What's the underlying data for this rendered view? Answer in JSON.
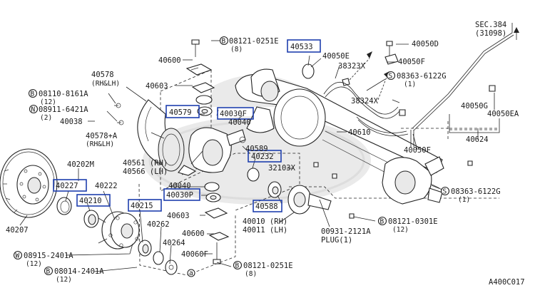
{
  "labels": {
    "sec_ref": "SEC.384",
    "sec_sub": "(31098)",
    "b_08121_0251E_top": "08121-0251E",
    "b_08121_0251E_top_qty": "(8)",
    "p40600_top": "40600",
    "p40533": "40533",
    "p40050D": "40050D",
    "p40050F_top": "40050F",
    "p40050E": "40050E",
    "p38323X": "38323X",
    "p40578_rhlh": "40578",
    "p40578_rhlh_sub": "(RH&LH)",
    "p40603_top": "40603",
    "s08363_6122G_top": "08363-6122G",
    "s08363_6122G_top_qty": "(1)",
    "b08110_8161A": "08110-8161A",
    "b08110_8161A_qty": "(12)",
    "n08911_6421A": "08911-6421A",
    "n08911_6421A_qty": "(2)",
    "p38324X": "38324X",
    "p40050G": "40050G",
    "p40050EA": "40050EA",
    "p40579": "40579",
    "p40030F": "40030F",
    "p40040_top": "40040",
    "p40610": "40610",
    "p40038": "40038",
    "p40578A": "40578+A",
    "p40578A_sub": "(RH&LH)",
    "p40624": "40624",
    "p40589": "40589",
    "p40232": "40232",
    "p40050F_bot": "40050F",
    "p40202M": "40202M",
    "p40561": "40561 (RH)",
    "p40566": "40566 (LH)",
    "p32103X": "32103X",
    "p40227": "40227",
    "p40222": "40222",
    "p40040_bot": "40040",
    "p40030P": "40030P",
    "s08363_6122G_bot": "08363-6122G",
    "s08363_6122G_bot_qty": "(1)",
    "p40210": "40210",
    "p40215": "40215",
    "p40588": "40588",
    "p40207": "40207",
    "p40603_bot": "40603",
    "b08121_0301E": "08121-0301E",
    "b08121_0301E_qty": "(12)",
    "p40262": "40262",
    "p40010": "40010 (RH)",
    "p40011": "40011 (LH)",
    "p40600_bot": "40600",
    "p00931": "00931-2121A",
    "p00931_plug": "PLUG(1)",
    "p40264": "40264",
    "p40060F": "40060F",
    "w08915_2401A": "08915-2401A",
    "w08915_2401A_qty": "(12)",
    "b08014_2401A": "08014-2401A",
    "b08014_2401A_qty": "(12)",
    "b08121_0251E_bot": "08121-0251E",
    "b08121_0251E_bot_qty": "(8)",
    "figure_code": "A400C017"
  },
  "symbols": {
    "bolt": "B",
    "nut": "N",
    "screw": "S",
    "washer": "W"
  },
  "callout_letter": "a",
  "colors": {
    "highlight_box": "#1e3fae",
    "line": "#222222"
  }
}
